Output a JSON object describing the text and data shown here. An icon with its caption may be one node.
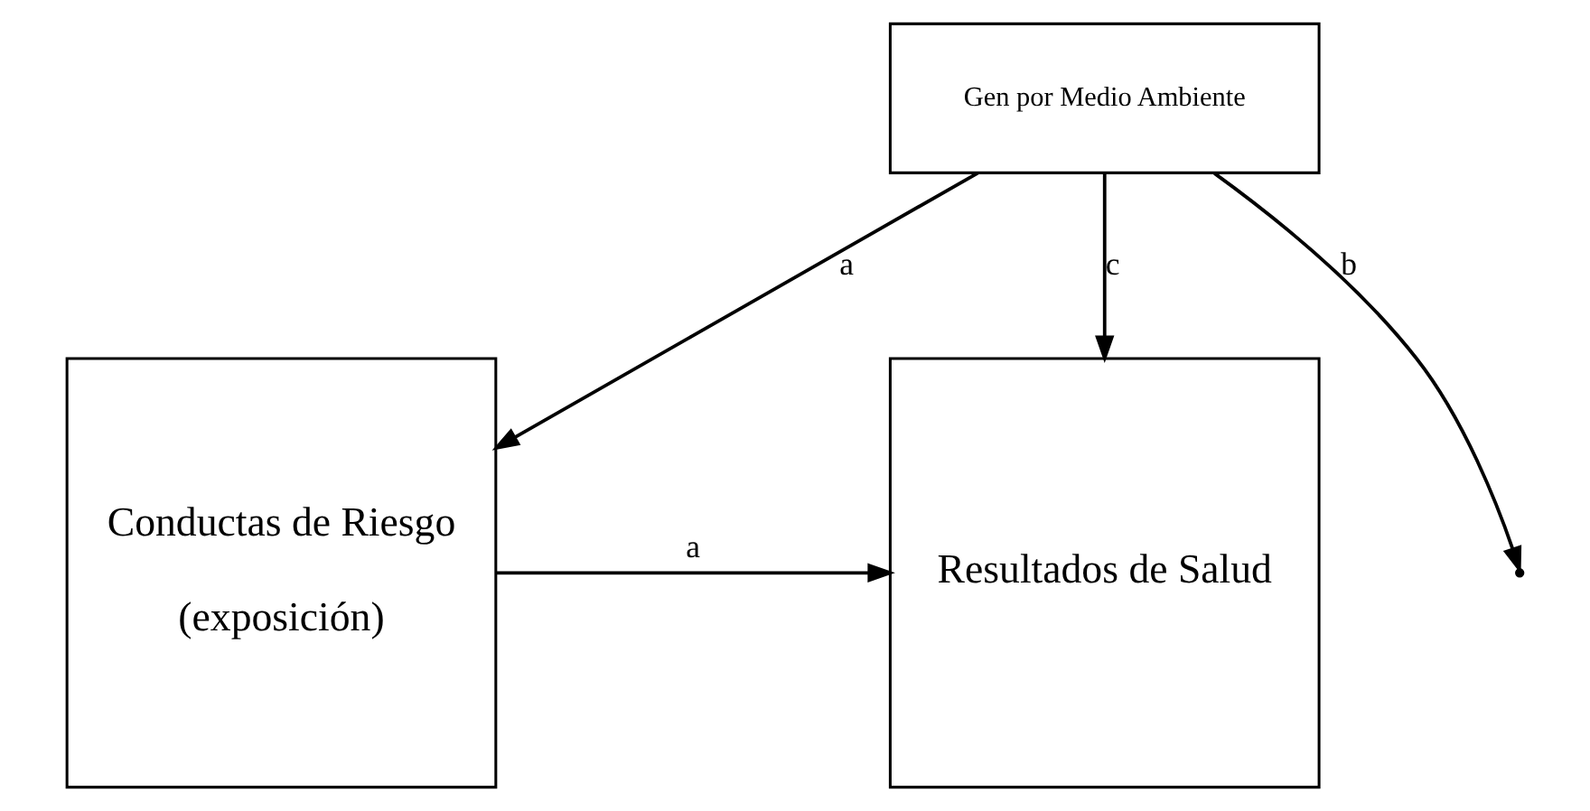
{
  "diagram": {
    "nodes": [
      {
        "text": [
          "Gen por Medio Ambiente"
        ]
      },
      {
        "text": [
          "Conductas de Riesgo",
          "(exposición)"
        ]
      },
      {
        "text": [
          "Resultados de Salud"
        ]
      }
    ],
    "edges": [
      {
        "from": 0,
        "to": 1,
        "arrow": "to",
        "label": "a"
      },
      {
        "from": 0,
        "to": null,
        "arrow": "to",
        "label": "b"
      },
      {
        "from": 0,
        "to": 2,
        "arrow": "to",
        "label": "c"
      },
      {
        "from": 1,
        "to": 2,
        "arrow": "to",
        "label": "a"
      }
    ]
  }
}
